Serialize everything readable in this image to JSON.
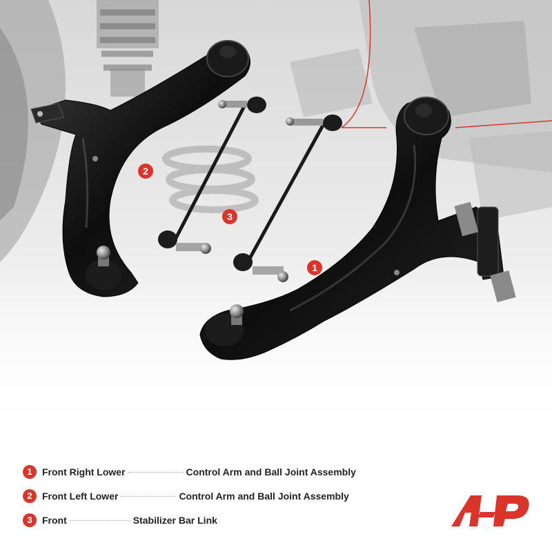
{
  "colors": {
    "accent": "#d9352b",
    "arm": "#121212",
    "text": "#222222"
  },
  "callouts": [
    {
      "num": "1"
    },
    {
      "num": "2"
    },
    {
      "num": "3"
    }
  ],
  "legend": [
    {
      "num": "1",
      "left": "Front Right Lower",
      "right": "Control Arm and Ball Joint Assembly"
    },
    {
      "num": "2",
      "left": "Front Left Lower",
      "right": "Control Arm and Ball Joint Assembly"
    },
    {
      "num": "3",
      "left": "Front",
      "right": "Stabilizer Bar Link"
    }
  ],
  "logo_icon": "brand-logo-icon"
}
